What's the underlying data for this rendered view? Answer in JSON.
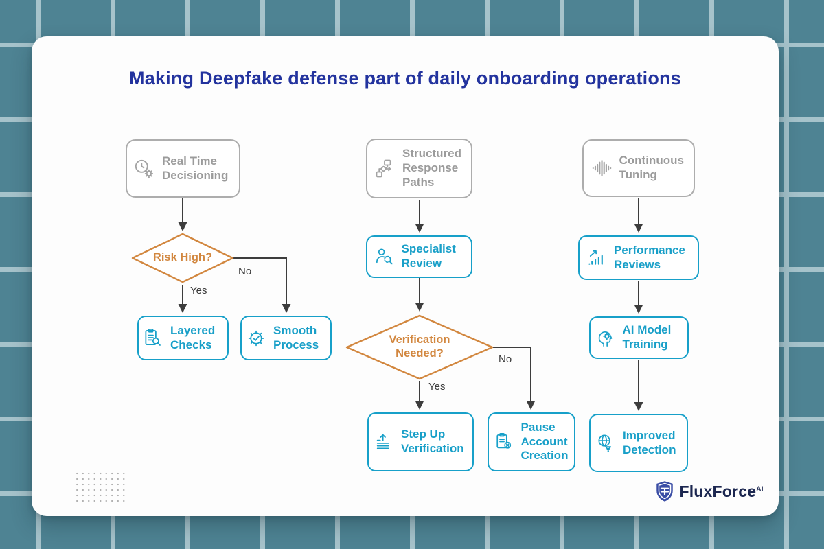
{
  "title": "Making Deepfake defense part of daily onboarding operations",
  "brand": {
    "name": "FluxForce",
    "superscript": "AI"
  },
  "palette": {
    "background": "#4e8393",
    "grid_line": "#a6c3cb",
    "card": "#fdfdfd",
    "title_text": "#23339e",
    "neutral_node_border": "#adadad",
    "neutral_node_text": "#9b9b9b",
    "process_node": "#189fc8",
    "decision_node": "#d2873f",
    "connector": "#3d3d3d"
  },
  "nodes": {
    "real_time_decisioning": {
      "label": "Real Time Decisioning",
      "type": "start",
      "icon": "clock-gear-icon"
    },
    "risk_high": {
      "label": "Risk High?",
      "type": "decision"
    },
    "layered_checks": {
      "label": "Layered Checks",
      "type": "process",
      "icon": "clipboard-search-icon"
    },
    "smooth_process": {
      "label": "Smooth Process",
      "type": "process",
      "icon": "gear-check-icon"
    },
    "structured_response_paths": {
      "label": "Structured Response Paths",
      "type": "start",
      "icon": "flow-tree-icon"
    },
    "specialist_review": {
      "label": "Specialist Review",
      "type": "process",
      "icon": "person-search-icon"
    },
    "verification_needed": {
      "label": "Verification Needed?",
      "type": "decision"
    },
    "step_up_verification": {
      "label": "Step Up Verification",
      "type": "process",
      "icon": "arrow-up-lines-icon"
    },
    "pause_account_creation": {
      "label": "Pause Account Creation",
      "type": "process",
      "icon": "clipboard-cancel-icon"
    },
    "continuous_tuning": {
      "label": "Continuous Tuning",
      "type": "start",
      "icon": "waveform-icon"
    },
    "performance_reviews": {
      "label": "Performance Reviews",
      "type": "process",
      "icon": "chart-growth-icon"
    },
    "ai_model_training": {
      "label": "AI Model Training",
      "type": "process",
      "icon": "head-circuit-icon"
    },
    "improved_detection": {
      "label": "Improved Detection",
      "type": "process",
      "icon": "radar-detect-icon"
    }
  },
  "edge_labels": {
    "risk_high_yes": "Yes",
    "risk_high_no": "No",
    "verification_yes": "Yes",
    "verification_no": "No"
  },
  "edges": [
    "real_time_decisioning -> risk_high",
    "risk_high -Yes-> layered_checks",
    "risk_high -No-> smooth_process",
    "structured_response_paths -> specialist_review",
    "specialist_review -> verification_needed",
    "verification_needed -Yes-> step_up_verification",
    "verification_needed -No-> pause_account_creation",
    "continuous_tuning -> performance_reviews",
    "performance_reviews -> ai_model_training",
    "ai_model_training -> improved_detection"
  ]
}
